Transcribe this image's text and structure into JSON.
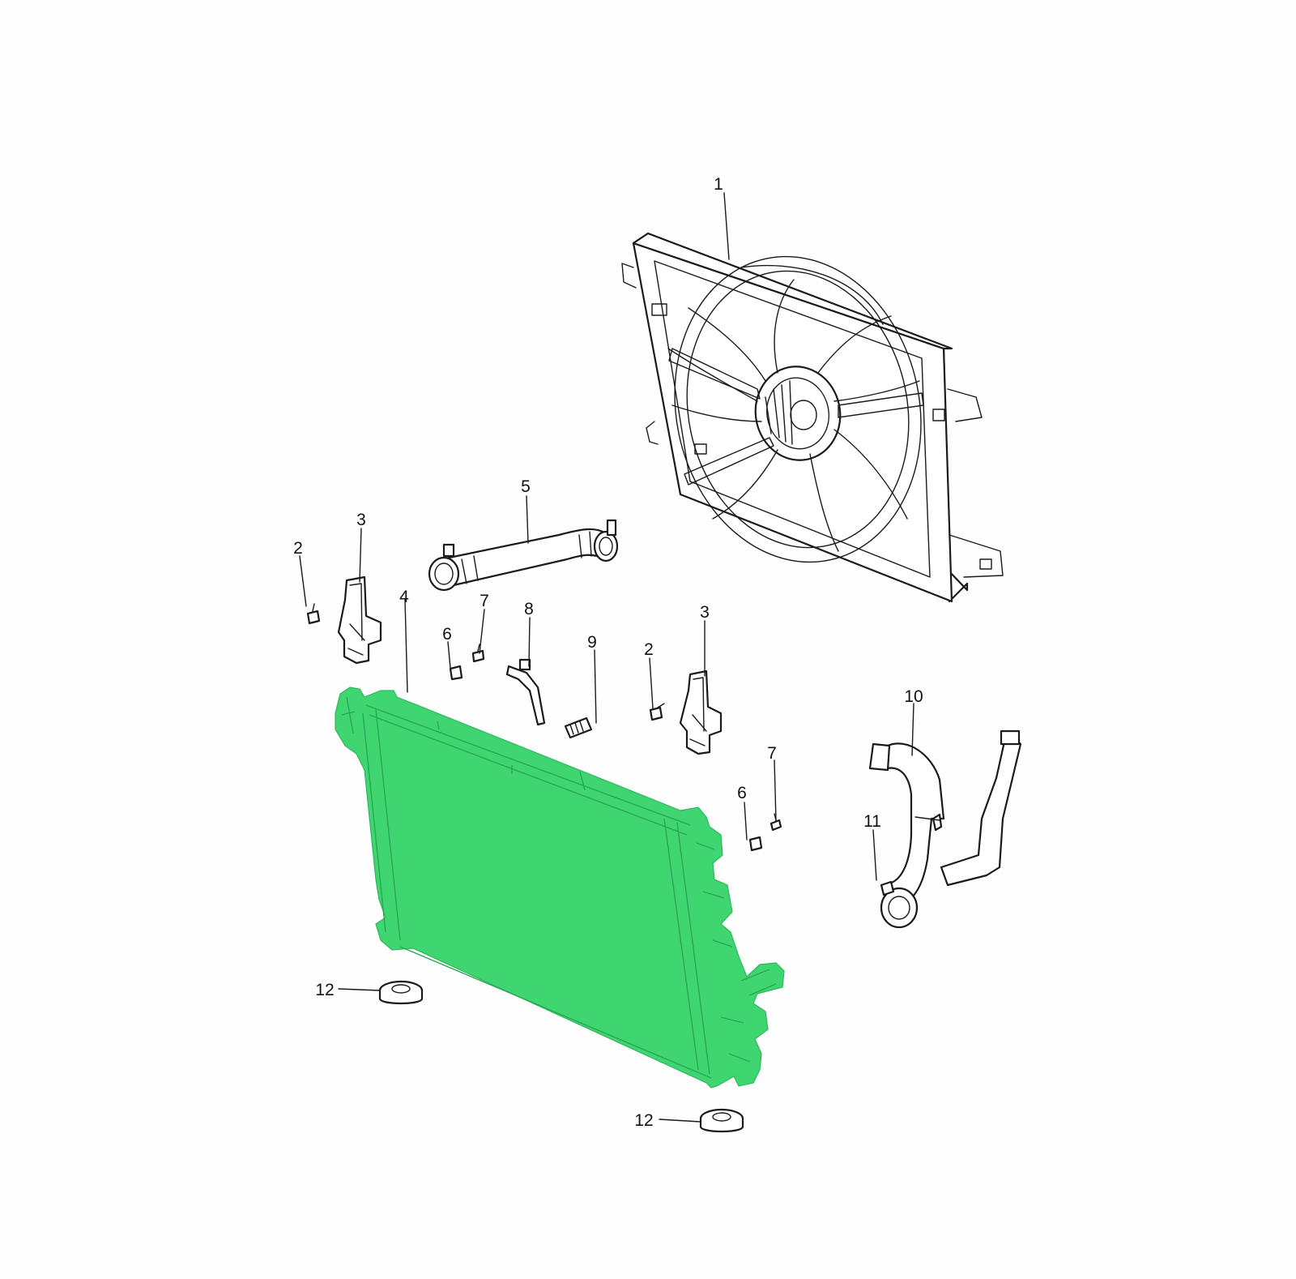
{
  "highlight_color": "#3fd672",
  "callouts": [
    {
      "id": "c1",
      "label": "1"
    },
    {
      "id": "c2a",
      "label": "2"
    },
    {
      "id": "c2b",
      "label": "2"
    },
    {
      "id": "c3a",
      "label": "3"
    },
    {
      "id": "c3b",
      "label": "3"
    },
    {
      "id": "c4",
      "label": "4"
    },
    {
      "id": "c5",
      "label": "5"
    },
    {
      "id": "c6a",
      "label": "6"
    },
    {
      "id": "c6b",
      "label": "6"
    },
    {
      "id": "c7a",
      "label": "7"
    },
    {
      "id": "c7b",
      "label": "7"
    },
    {
      "id": "c8",
      "label": "8"
    },
    {
      "id": "c9",
      "label": "9"
    },
    {
      "id": "c10",
      "label": "10"
    },
    {
      "id": "c11",
      "label": "11"
    },
    {
      "id": "c12a",
      "label": "12"
    },
    {
      "id": "c12b",
      "label": "12"
    }
  ]
}
